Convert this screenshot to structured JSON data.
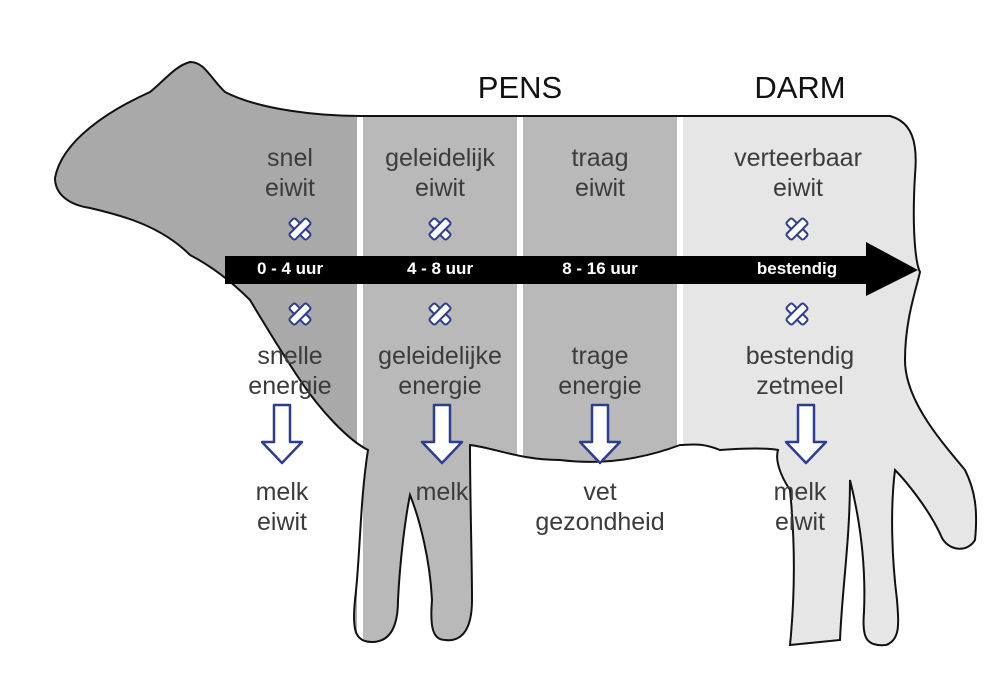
{
  "headers": {
    "pens": "PENS",
    "darm": "DARM"
  },
  "columns": [
    {
      "top": [
        "snel",
        "eiwit"
      ],
      "duration": "0 - 4 uur",
      "bottom": [
        "snelle",
        "energie"
      ],
      "result": [
        "melk",
        "eiwit"
      ],
      "shade": "#a9a9a9"
    },
    {
      "top": [
        "geleidelijk",
        "eiwit"
      ],
      "duration": "4 - 8 uur",
      "bottom": [
        "geleidelijke",
        "energie"
      ],
      "result": [
        "melk"
      ],
      "shade": "#b9b9b9"
    },
    {
      "top": [
        "traag",
        "eiwit"
      ],
      "duration": "8 - 16 uur",
      "bottom": [
        "trage",
        "energie"
      ],
      "result": [
        "vet",
        "gezondheid"
      ],
      "shade": "#b9b9b9"
    },
    {
      "top": [
        "verteerbaar",
        "eiwit"
      ],
      "duration": "bestendig",
      "bottom": [
        "bestendig",
        "zetmeel"
      ],
      "result": [
        "melk",
        "eiwit"
      ],
      "shade": "#e6e6e6"
    }
  ],
  "icons": {
    "combine": "cross-icon",
    "flow": "down-arrow-icon",
    "timeline": "timeline-arrow"
  },
  "colors": {
    "icon_blue": "#2e3e8c",
    "timeline": "#000000",
    "text": "#3c3c3c"
  }
}
